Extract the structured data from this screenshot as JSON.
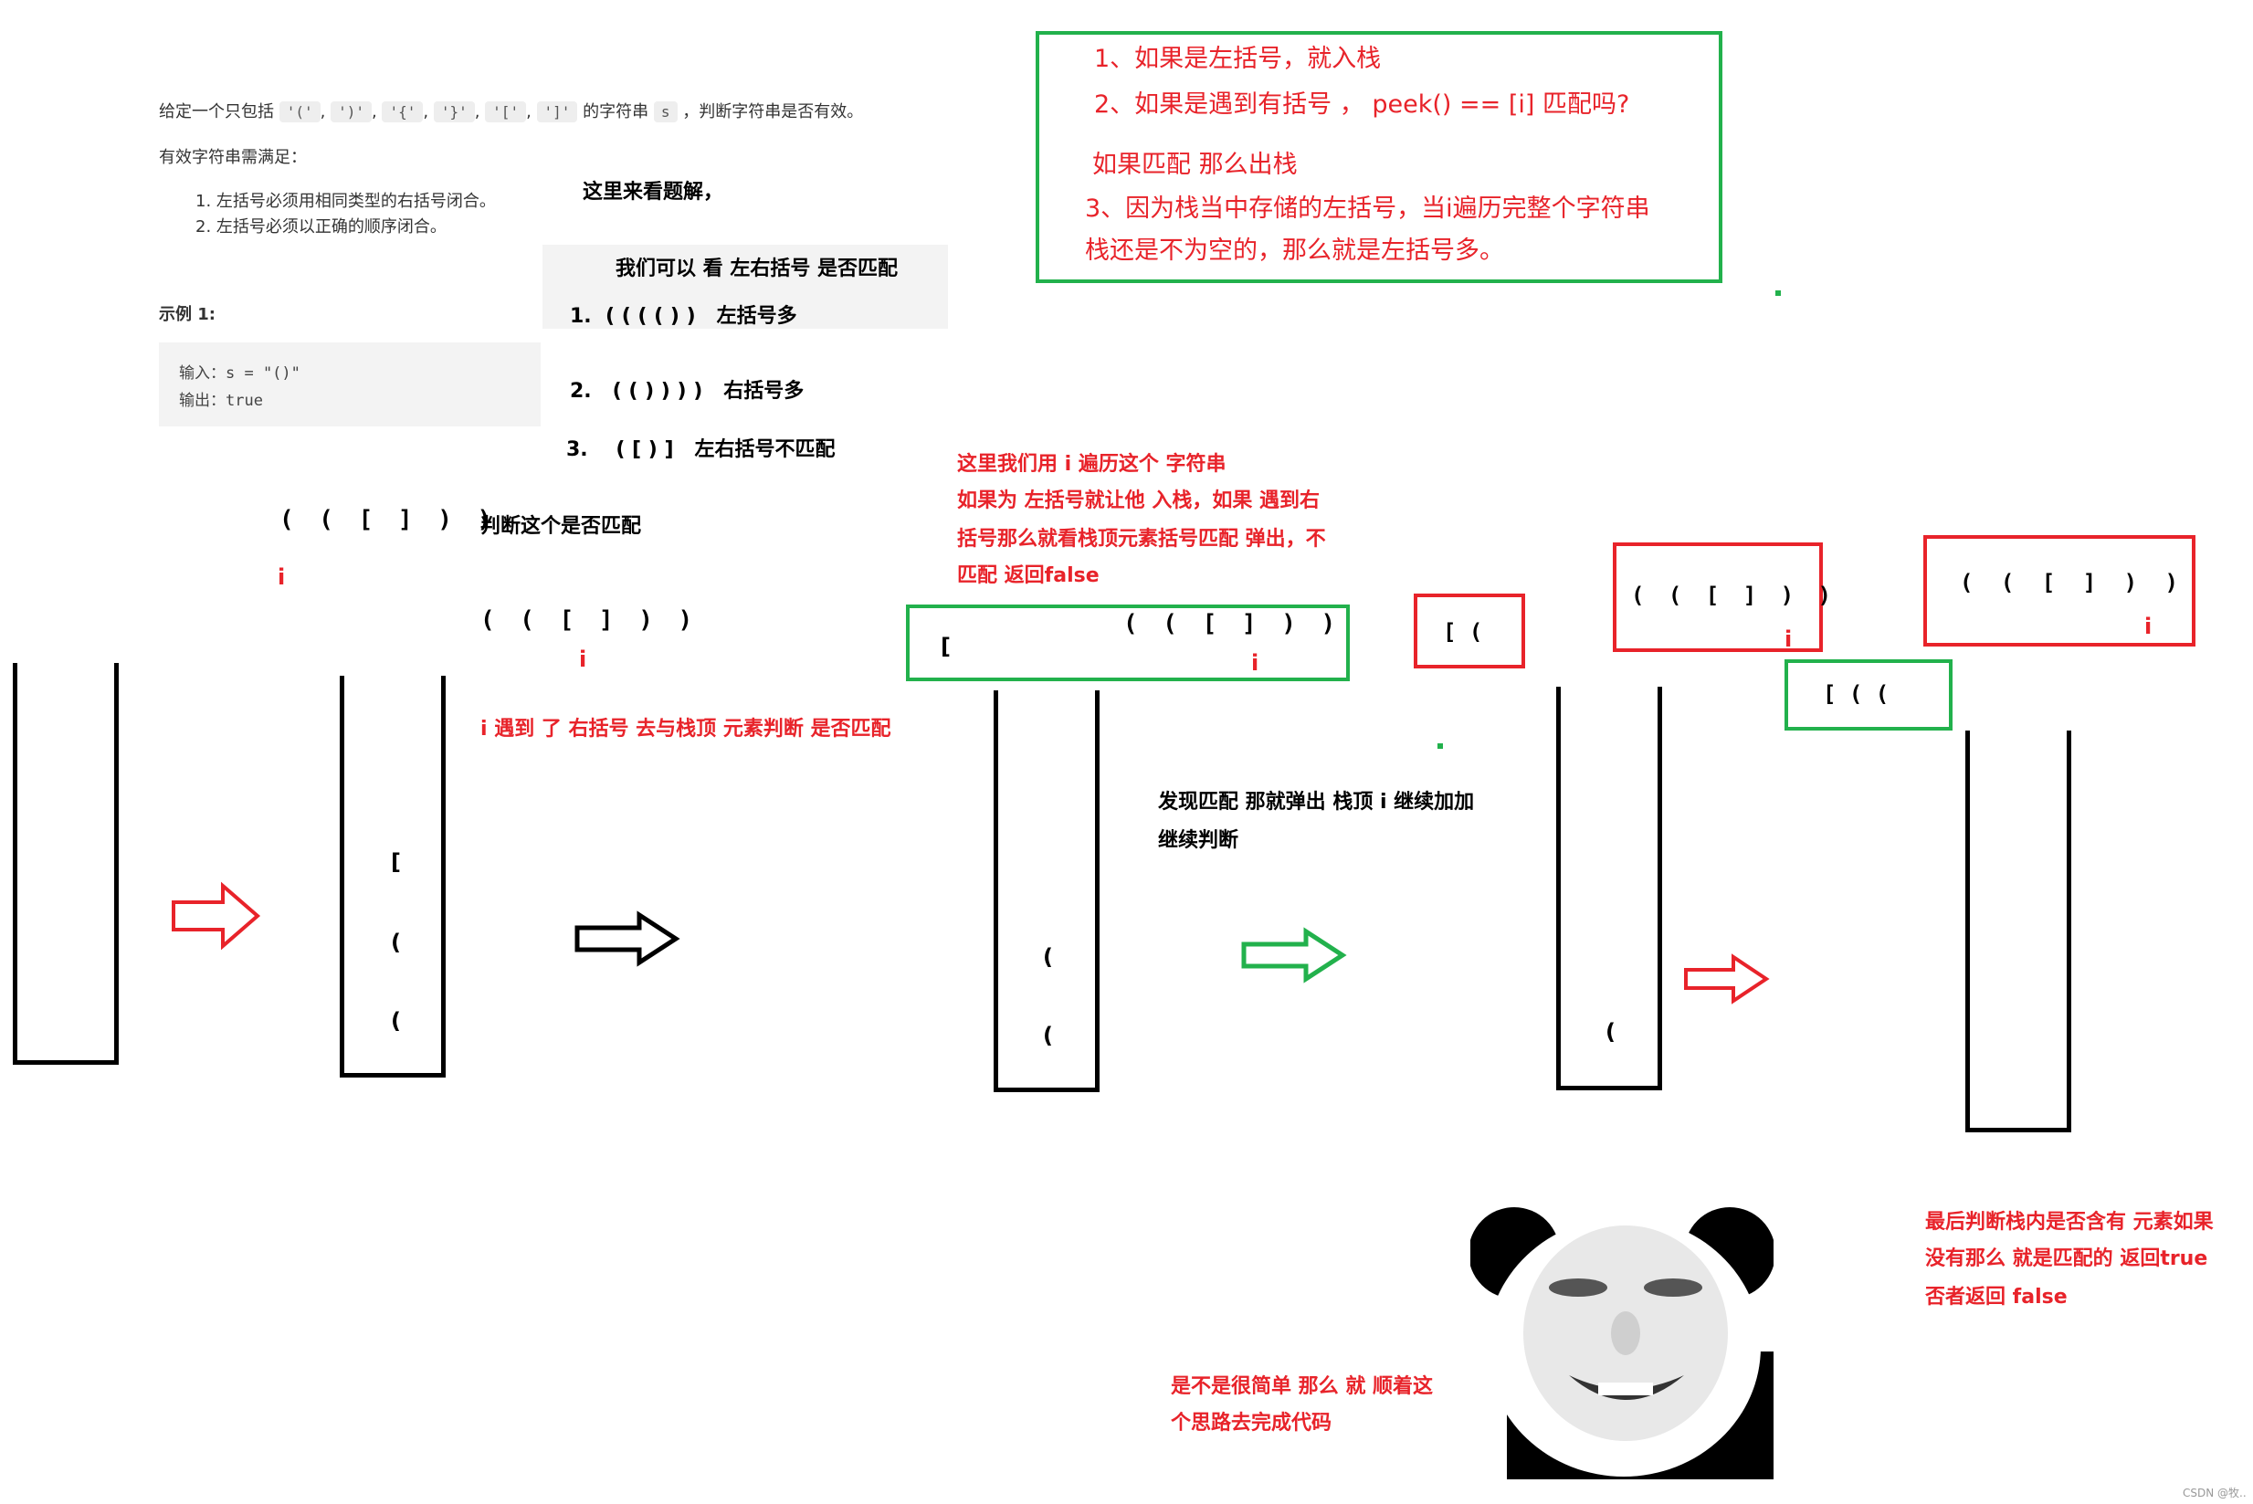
{
  "problem": {
    "intro_prefix": "给定一个只包括",
    "chars": [
      "'('",
      "')'",
      "'{'",
      "'}'",
      "'['",
      "']'"
    ],
    "intro_mid": "的字符串",
    "var_s": "s",
    "intro_suffix": "，判断字符串是否有效。",
    "valid_title": "有效字符串需满足：",
    "rules": [
      "1. 左括号必须用相同类型的右括号闭合。",
      "2. 左括号必须以正确的顺序闭合。"
    ],
    "example_title": "示例 1:",
    "example_input": "输入：s = \"()\"",
    "example_output": "输出：true"
  },
  "analysis": {
    "title": "这里来看题解，",
    "subtitle": "我们可以 看 左右括号 是否匹配",
    "cases": [
      {
        "num": "1.",
        "expr": "( ( ( ( ) )",
        "desc": "左括号多"
      },
      {
        "num": "2.",
        "expr": "( ( ) ) ) )",
        "desc": "右括号多"
      },
      {
        "num": "3.",
        "expr": "( [ ) ]",
        "desc": "左右括号不匹配"
      }
    ]
  },
  "top_rules": {
    "line1": "1、如果是左括号，就入栈",
    "line2": "2、如果是遇到有括号 ， peek() == [i] 匹配吗?",
    "line3": "如果匹配 那么出栈",
    "line4": "3、因为栈当中存储的左括号，当i遍历完整个字符串",
    "line5": "栈还是不为空的，那么就是左括号多。"
  },
  "step1": {
    "expr": "( ( [ ] ) )",
    "judge": "判断这个是否匹配",
    "pointer": "i"
  },
  "step2": {
    "expr": "( ( [ ] ) )",
    "pointer": "i",
    "note": "i 遇到 了 右括号 去与栈顶 元素判断 是否匹配",
    "stack": [
      "[",
      "(",
      "("
    ]
  },
  "step3": {
    "explain": [
      "这里我们用 i 遍历这个 字符串",
      "如果为 左括号就让他 入栈，如果 遇到右",
      "括号那么就看栈顶元素括号匹配 弹出，不",
      "匹配 返回false"
    ],
    "box_left": "[",
    "box_expr": "( ( [ ] ) )",
    "pointer": "i",
    "stack": [
      "(",
      "("
    ]
  },
  "step4": {
    "small_box": "[   (",
    "note": [
      "发现匹配 那就弹出 栈顶 i 继续加加",
      "继续判断"
    ],
    "expr": "( ( [ ] ) )",
    "pointer": "i",
    "stack": [
      "("
    ]
  },
  "step5": {
    "green_box": "[    (   (",
    "expr": "( ( [ ] ) )",
    "pointer": "i",
    "final_note": [
      "最后判断栈内是否含有 元素如果",
      "没有那么 就是匹配的 返回true",
      "否者返回 false"
    ]
  },
  "meme": {
    "caption": [
      "是不是很简单 那么 就 顺着这",
      "个思路去完成代码"
    ]
  },
  "watermark": "CSDN @牧..",
  "colors": {
    "red": "#e8232a",
    "green": "#22b14c",
    "black": "#000000"
  }
}
